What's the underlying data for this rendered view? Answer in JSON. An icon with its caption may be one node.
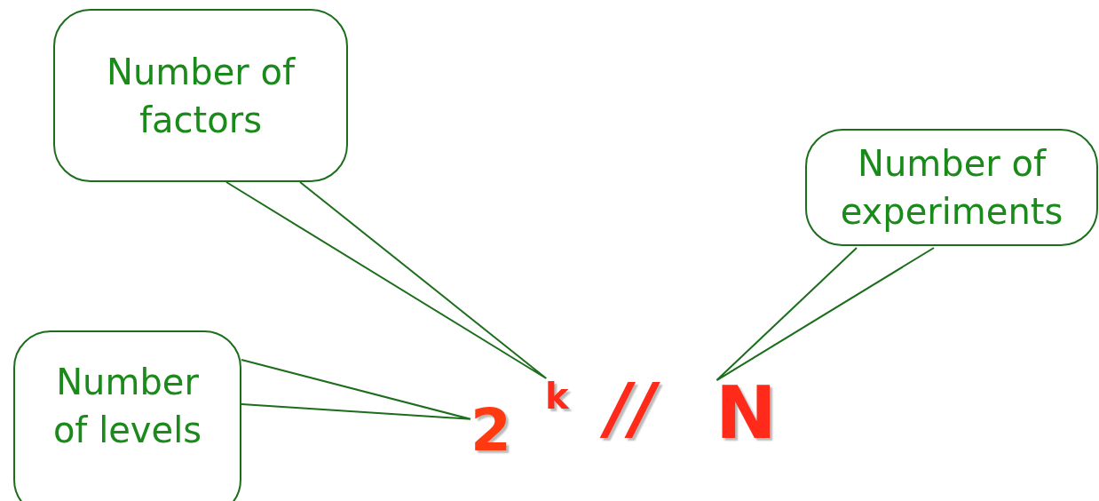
{
  "diagram": {
    "nodes": [
      {
        "text": [
          "Number of factors"
        ]
      },
      {
        "text": [
          "Number of experiments"
        ]
      },
      {
        "text": [
          "Number of levels"
        ]
      },
      {
        "text": [
          "2"
        ]
      },
      {
        "text": [
          "k"
        ]
      },
      {
        "text": [
          "N"
        ]
      }
    ],
    "edges": [
      {
        "from": 0,
        "to": 4,
        "arrow": "none"
      },
      {
        "from": 1,
        "to": 5,
        "arrow": "none"
      },
      {
        "from": 2,
        "to": 3,
        "arrow": "none"
      }
    ],
    "labels": [
      "//"
    ]
  }
}
